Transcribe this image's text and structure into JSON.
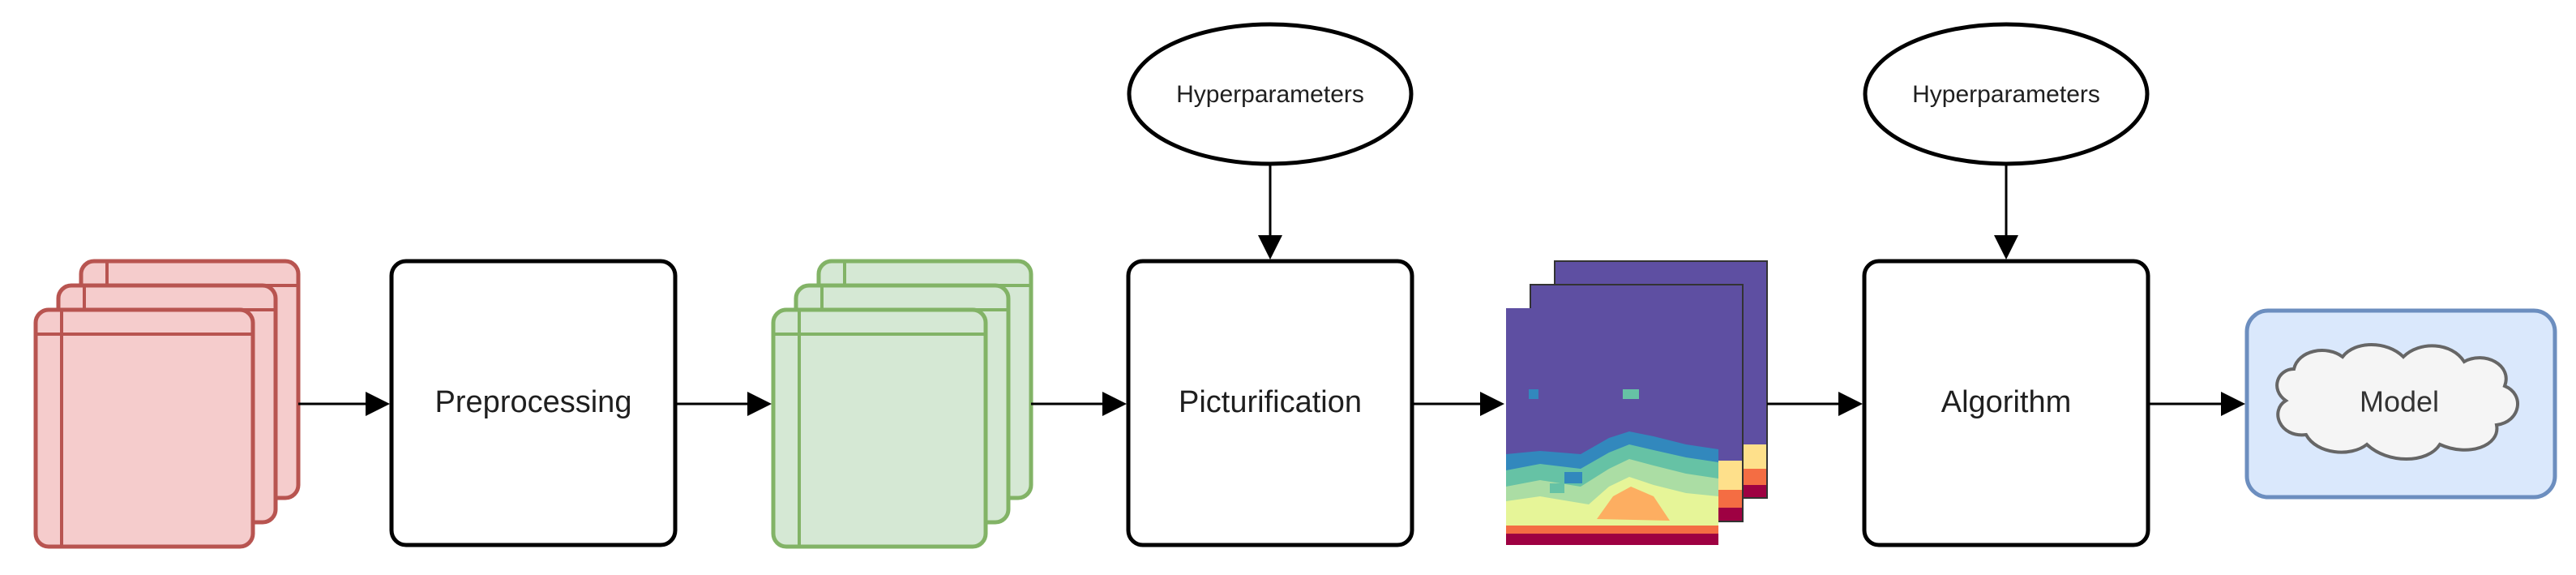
{
  "diagram": {
    "process_boxes": [
      {
        "id": "preprocessing",
        "label": "Preprocessing"
      },
      {
        "id": "picturification",
        "label": "Picturification"
      },
      {
        "id": "algorithm",
        "label": "Algorithm"
      }
    ],
    "hyperparameter_nodes": [
      {
        "id": "hp-picturification",
        "label": "Hyperparameters",
        "feeds": "picturification"
      },
      {
        "id": "hp-algorithm",
        "label": "Hyperparameters",
        "feeds": "algorithm"
      }
    ],
    "output": {
      "label": "Model"
    },
    "colors": {
      "raw_stack_fill": "#f5cccc",
      "raw_stack_stroke": "#b85450",
      "clean_stack_fill": "#d5e8d4",
      "clean_stack_stroke": "#82b366",
      "model_fill": "#dae8fc",
      "model_stroke": "#6c8ebf",
      "cloud_fill": "#f5f5f5",
      "cloud_stroke": "#666666",
      "heatmap_top": "#5e4fa2",
      "heatmap_bottom": "#9e0142"
    }
  }
}
